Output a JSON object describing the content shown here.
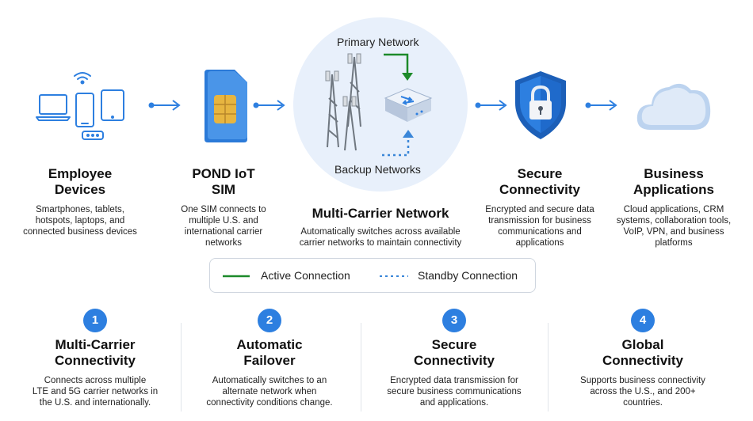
{
  "colors": {
    "blue_accent": "#2d7fe0",
    "active_green": "#1d8a2a",
    "standby_blue": "#3a86d8",
    "circle_bg": "#e8f0fb"
  },
  "flow": {
    "devices": {
      "title": "Employee\nDevices",
      "desc": "Smartphones, tablets,\nhotspots, laptops, and\nconnected business devices"
    },
    "sim": {
      "title": "POND IoT\nSIM",
      "desc": "One SIM connects to\nmultiple U.S. and\ninternational carrier\nnetworks"
    },
    "network": {
      "primary_label": "Primary Network",
      "backup_label": "Backup Networks",
      "title": "Multi-Carrier Network",
      "desc": "Automatically switches across available\ncarrier networks to maintain connectivity"
    },
    "secure": {
      "title": "Secure\nConnectivity",
      "desc": "Encrypted and secure data\ntransmission for business\ncommunications and\napplications"
    },
    "business": {
      "title": "Business\nApplications",
      "desc": "Cloud applications, CRM\nsystems, collaboration tools,\nVoIP, VPN, and business\nplatforms"
    }
  },
  "legend": {
    "active": "Active Connection",
    "standby": "Standby Connection"
  },
  "features": [
    {
      "num": "1",
      "title": "Multi-Carrier\nConnectivity",
      "desc": "Connects across multiple\nLTE and 5G carrier networks in\nthe U.S. and internationally."
    },
    {
      "num": "2",
      "title": "Automatic\nFailover",
      "desc": "Automatically switches to an\nalternate network when\nconnectivity conditions change."
    },
    {
      "num": "3",
      "title": "Secure\nConnectivity",
      "desc": "Encrypted data transmission for\nsecure business communications\nand applications."
    },
    {
      "num": "4",
      "title": "Global\nConnectivity",
      "desc": "Supports business connectivity\nacross the U.S., and 200+\ncountries."
    }
  ]
}
